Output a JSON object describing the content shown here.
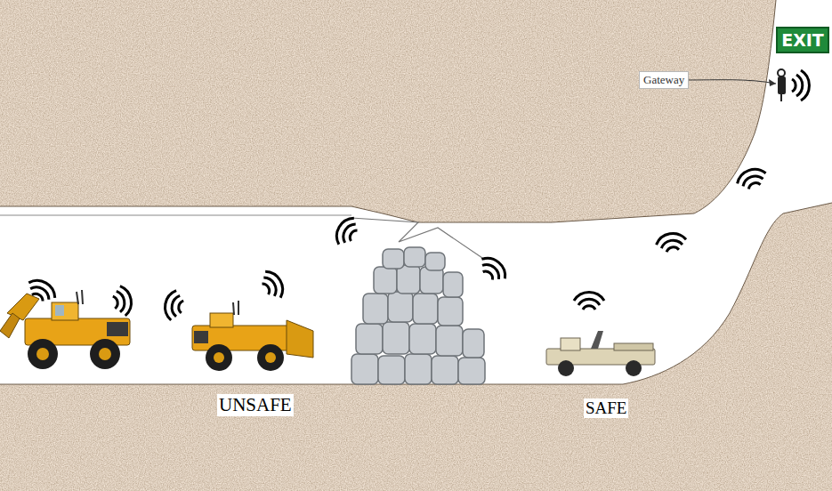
{
  "diagram": {
    "nodes": [
      {
        "text": [
          "EXIT"
        ]
      }
    ],
    "labels": [
      "Gateway",
      "UNSAFE",
      "SAFE"
    ]
  }
}
